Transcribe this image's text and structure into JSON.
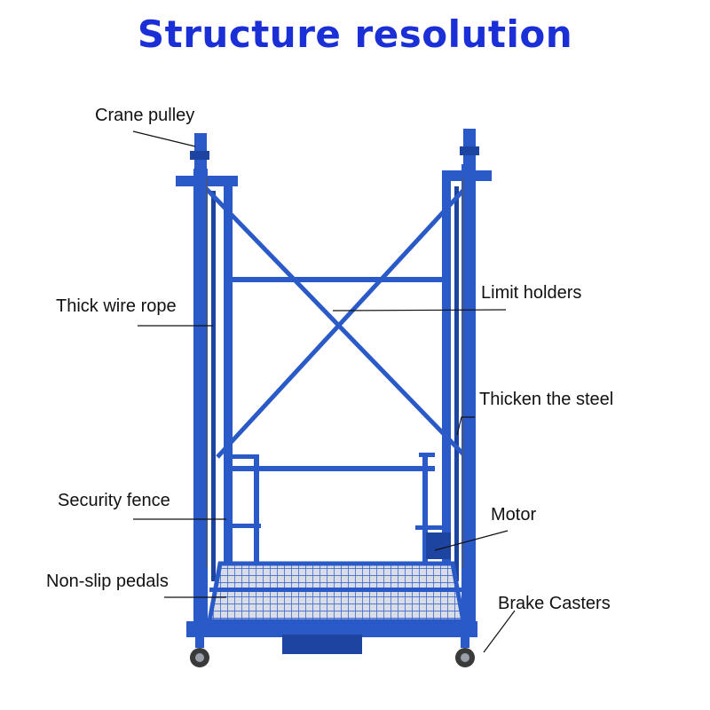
{
  "title": "Structure resolution",
  "colors": {
    "title": "#1a2fd6",
    "frame": "#2a5ac8",
    "frame_dark": "#1d44a0",
    "leader": "#111111"
  },
  "labels": {
    "crane_pulley": "Crane pulley",
    "thick_wire_rope": "Thick wire rope",
    "limit_holders": "Limit holders",
    "thicken_steel": "Thicken the steel",
    "security_fence": "Security fence",
    "motor": "Motor",
    "non_slip_pedals": "Non-slip pedals",
    "brake_casters": "Brake Casters"
  }
}
